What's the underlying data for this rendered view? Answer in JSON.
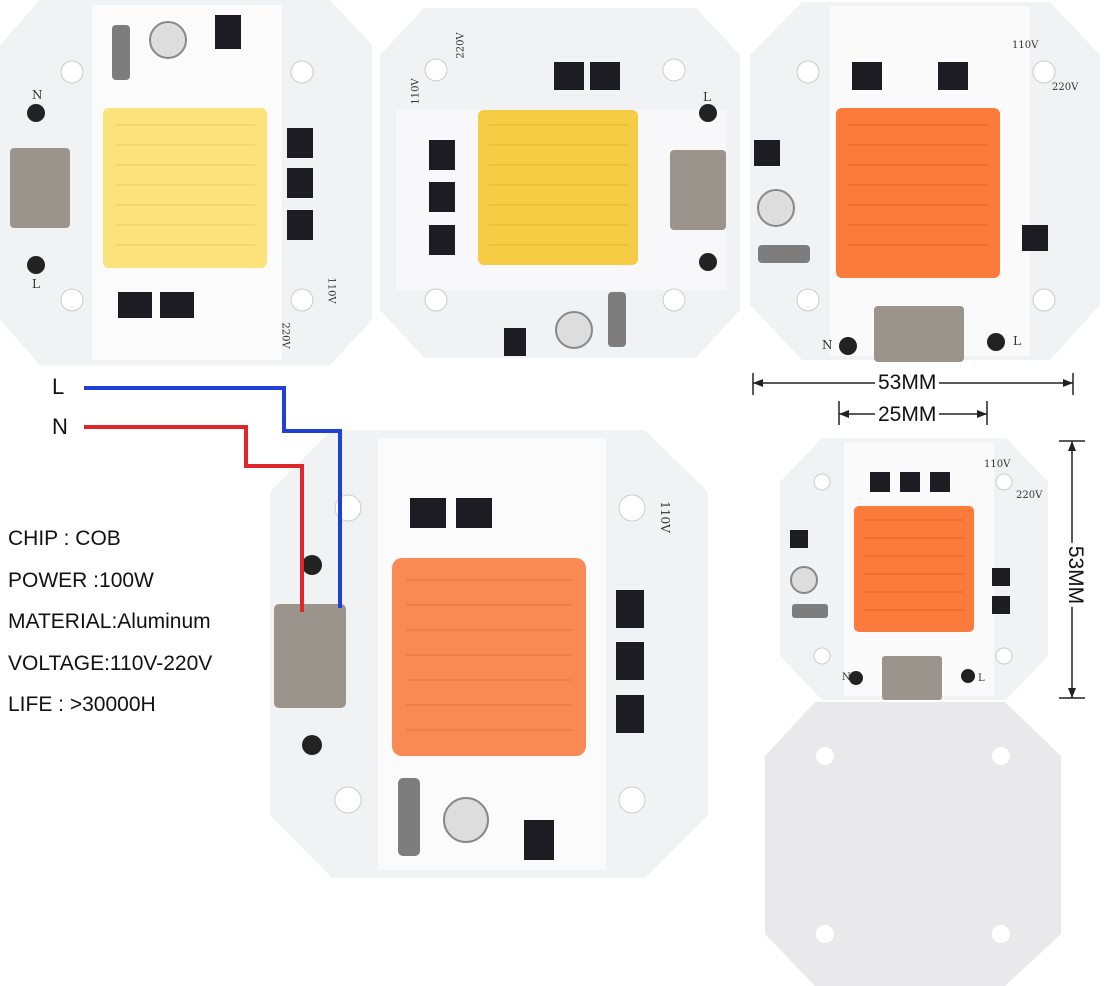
{
  "wires": {
    "live_label": "L",
    "neutral_label": "N",
    "live_color": "#1f3fd6",
    "neutral_color": "#e0262a"
  },
  "specs": {
    "chip": "CHIP : COB",
    "power_label": "POWER",
    "power_value": " :100W",
    "material": "MATERIAL:Aluminum",
    "voltage": "VOLTAGE:110V-220V",
    "life": "LIFE : >30000H"
  },
  "dimensions": {
    "outer_width": "53MM",
    "chip_width": "25MM",
    "outer_height": "53MM"
  },
  "board_markings": {
    "v110": "110V",
    "v220": "220V",
    "n": "N",
    "l": "L"
  },
  "colors": {
    "warm_white_chip": "#fbe27a",
    "warm_chip": "#f6cc45",
    "grow_chip": "#fa7b3c",
    "grow_chip_main": "#f98a55",
    "pcb": "#f1f2f4",
    "back_plate": "#e9e9eb"
  }
}
